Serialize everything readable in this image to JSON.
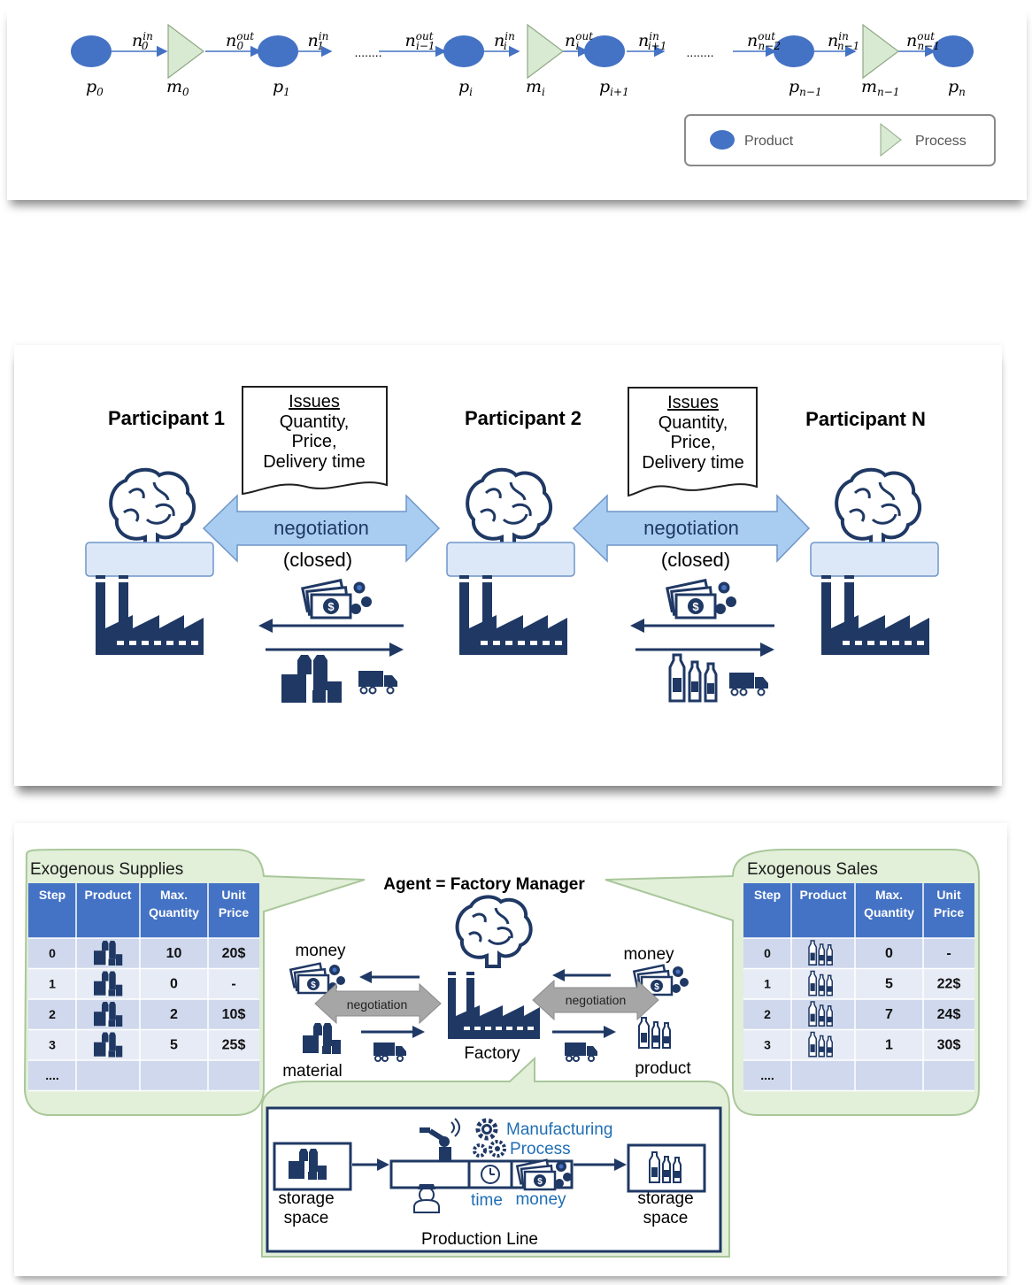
{
  "chain": {
    "products": [
      "p",
      "p",
      "p",
      "p",
      "p",
      "p"
    ],
    "product_subs": [
      "0",
      "1",
      "i",
      "i+1",
      "n−1",
      "n"
    ],
    "processes": [
      "m",
      "m",
      "m"
    ],
    "process_subs": [
      "0",
      "i",
      "n−1"
    ],
    "edge_labels": [
      {
        "base": "n",
        "sup": "in",
        "sub": "0"
      },
      {
        "base": "n",
        "sup": "out",
        "sub": "0"
      },
      {
        "base": "n",
        "sup": "in",
        "sub": "1"
      },
      {
        "base": "n",
        "sup": "out",
        "sub": "i−1"
      },
      {
        "base": "n",
        "sup": "in",
        "sub": "i"
      },
      {
        "base": "n",
        "sup": "out",
        "sub": "i"
      },
      {
        "base": "n",
        "sup": "in",
        "sub": "i+1"
      },
      {
        "base": "n",
        "sup": "out",
        "sub": "n−2"
      },
      {
        "base": "n",
        "sup": "in",
        "sub": "n−1"
      },
      {
        "base": "n",
        "sup": "out",
        "sub": "n−1"
      }
    ],
    "ellipsis": "........",
    "legend": {
      "product": "Product",
      "process": "Process"
    }
  },
  "negotiation": {
    "participants": [
      "Participant 1",
      "Participant 2",
      "Participant N"
    ],
    "issues": {
      "title": "Issues",
      "lines": [
        "Quantity,",
        "Price,",
        "Delivery time"
      ]
    },
    "arrow_label": "negotiation",
    "arrow_sublabel": "(closed)"
  },
  "agent": {
    "title": "Agent = Factory Manager",
    "supplies": {
      "title": "Exogenous Supplies",
      "headers": [
        "Step",
        "Product",
        "Max.\nQuantity",
        "Unit\nPrice"
      ],
      "rows": [
        [
          "0",
          "",
          "10",
          "20$"
        ],
        [
          "1",
          "",
          "0",
          "-"
        ],
        [
          "2",
          "",
          "2",
          "10$"
        ],
        [
          "3",
          "",
          "5",
          "25$"
        ],
        [
          "....",
          "",
          "",
          ""
        ]
      ]
    },
    "sales": {
      "title": "Exogenous Sales",
      "headers": [
        "Step",
        "Product",
        "Max.\nQuantity",
        "Unit\nPrice"
      ],
      "rows": [
        [
          "0",
          "",
          "0",
          "-"
        ],
        [
          "1",
          "",
          "5",
          "22$"
        ],
        [
          "2",
          "",
          "7",
          "24$"
        ],
        [
          "3",
          "",
          "1",
          "30$"
        ],
        [
          "....",
          "",
          "",
          ""
        ]
      ]
    },
    "labels": {
      "money_left": "money",
      "money_right": "money",
      "negotiation": "negotiation",
      "material": "material",
      "factory": "Factory",
      "product": "product"
    },
    "production": {
      "manufacturing": "Manufacturing",
      "process": "Process",
      "storage_left": "storage\nspace",
      "storage_right": "storage\nspace",
      "time": "time",
      "money": "money",
      "line": "Production  Line"
    }
  },
  "colors": {
    "node_blue": "#4472c4",
    "process_green": "#d9ead3",
    "dark_navy": "#1f3864",
    "table_header": "#4472c4",
    "table_row_alt": "#d9e1f2",
    "table_row": "#e9edf7",
    "callout_green": "#e2efd9",
    "arrow_light": "#9dc3e6",
    "teal_text": "#1f6eb5"
  }
}
